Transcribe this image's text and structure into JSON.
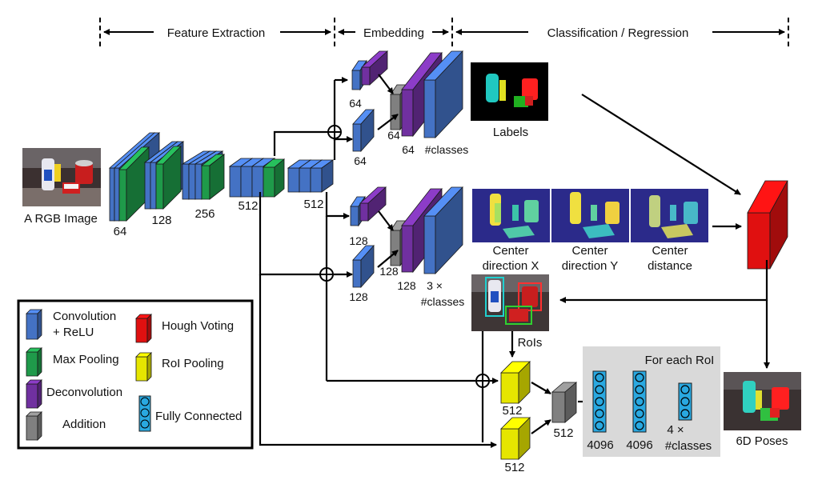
{
  "header": {
    "feature_extraction": "Feature Extraction",
    "embedding": "Embedding",
    "classification": "Classification / Regression"
  },
  "input": {
    "caption": "A RGB Image"
  },
  "backbone_labels": [
    "64",
    "128",
    "256",
    "512",
    "512"
  ],
  "branch_labels": {
    "b1_upper": "64",
    "b1_lower": "64",
    "b1_sum": "64",
    "b1_out": "#classes",
    "b2_upper": "128",
    "b2_lower": "128",
    "b2_sum": "128",
    "b2_out_a": "3 ×",
    "b2_out_b": "#classes"
  },
  "labels_caption": "Labels",
  "center_captions": [
    [
      "Center",
      "direction X"
    ],
    [
      "Center",
      "direction Y"
    ],
    [
      "Center",
      "distance"
    ]
  ],
  "rois": {
    "caption": "RoIs"
  },
  "roi_labels": [
    "512",
    "512",
    "512"
  ],
  "fc": {
    "title": "For each RoI",
    "labels": [
      "4096",
      "4096"
    ],
    "last_a": "4 ×",
    "last_b": "#classes"
  },
  "output": {
    "caption": "6D Poses"
  },
  "legend": {
    "conv_a": "Convolution",
    "conv_b": "+ ReLU",
    "maxpool": "Max Pooling",
    "deconv": "Deconvolution",
    "addition": "Addition",
    "hough": "Hough Voting",
    "roi": "RoI Pooling",
    "fc": "Fully Connected"
  },
  "colors": {
    "conv": "#4472c4",
    "maxpool": "#1f9a4a",
    "deconv": "#7030a0",
    "addition": "#808080",
    "hough": "#e01010",
    "roi": "#e6e600",
    "fc": "#29a8e0",
    "fc_panel": "#d9d9d9"
  }
}
